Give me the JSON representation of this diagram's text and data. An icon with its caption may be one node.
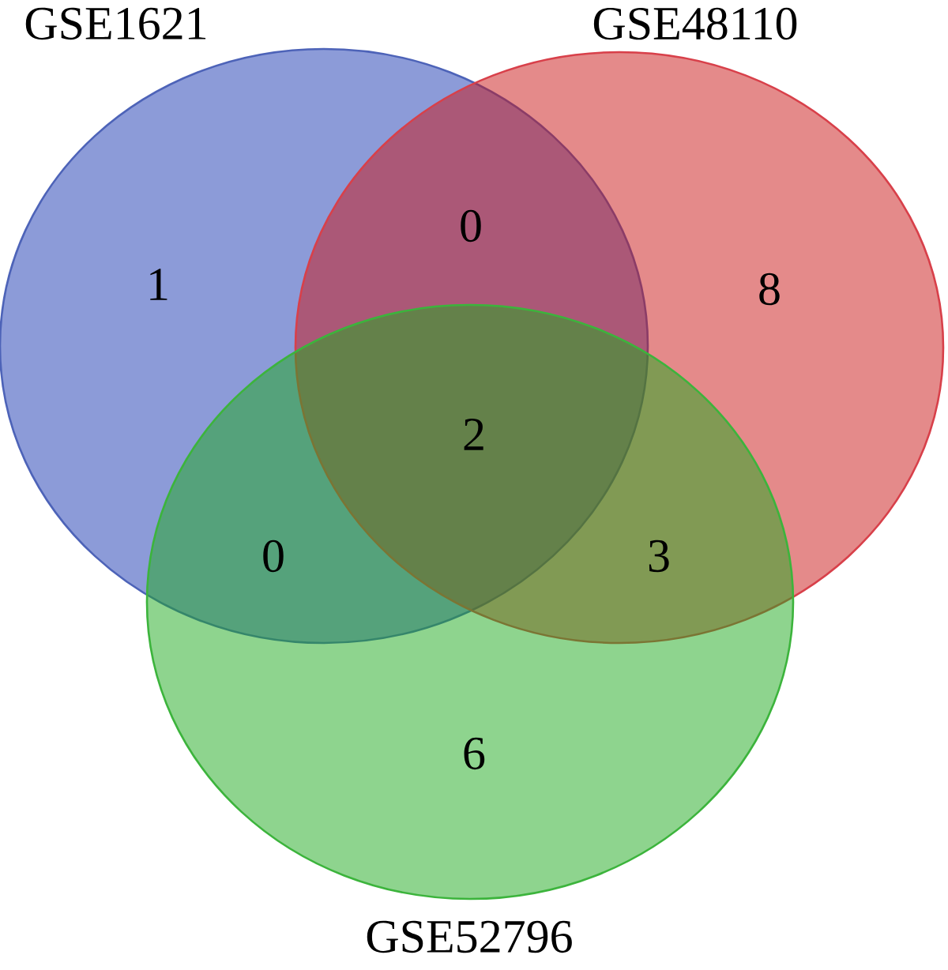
{
  "diagram": {
    "nodes": [
      {
        "text": [
          "GSE1621"
        ]
      },
      {
        "text": [
          "GSE48110"
        ]
      },
      {
        "text": [
          "GSE52796"
        ]
      }
    ],
    "labels": [
      "1",
      "0",
      "8",
      "2",
      "0",
      "3",
      "6"
    ]
  }
}
